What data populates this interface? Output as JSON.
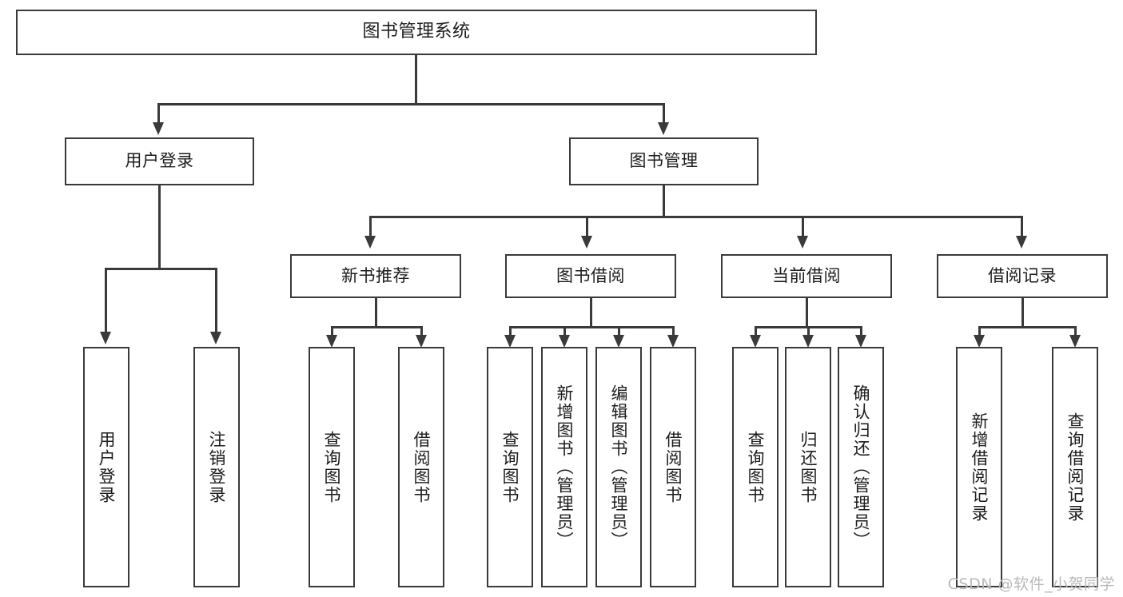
{
  "diagram": {
    "type": "tree",
    "title": "图书管理系统",
    "orientation": "top-down",
    "colors": {
      "box_border": "#3a3a3a",
      "box_fill": "#ffffff",
      "text": "#1c1c1c",
      "connector": "#3a3a3a",
      "watermark": "#b9b9b9",
      "background": "#ffffff"
    }
  },
  "root": {
    "label": "图书管理系统"
  },
  "level2": [
    {
      "id": "user-login",
      "label": "用户登录"
    },
    {
      "id": "book-manage",
      "label": "图书管理"
    }
  ],
  "level3": [
    {
      "id": "new-book-recommend",
      "label": "新书推荐",
      "parent": "book-manage"
    },
    {
      "id": "book-borrow",
      "label": "图书借阅",
      "parent": "book-manage"
    },
    {
      "id": "current-borrow",
      "label": "当前借阅",
      "parent": "book-manage"
    },
    {
      "id": "borrow-record",
      "label": "借阅记录",
      "parent": "book-manage"
    }
  ],
  "leaves": {
    "user_login": [
      {
        "id": "leaf-user-login",
        "label": "用户登录"
      },
      {
        "id": "leaf-user-logout",
        "label": "注销登录"
      }
    ],
    "new_book_recommend": [
      {
        "id": "leaf-query-book-1",
        "label": "查询图书"
      },
      {
        "id": "leaf-borrow-book-1",
        "label": "借阅图书"
      }
    ],
    "book_borrow": [
      {
        "id": "leaf-query-book-2",
        "label": "查询图书"
      },
      {
        "id": "leaf-add-book",
        "label": "新增图书（管理员）"
      },
      {
        "id": "leaf-edit-book",
        "label": "编辑图书（管理员）"
      },
      {
        "id": "leaf-borrow-book-2",
        "label": "借阅图书"
      }
    ],
    "current_borrow": [
      {
        "id": "leaf-query-book-3",
        "label": "查询图书"
      },
      {
        "id": "leaf-return-book",
        "label": "归还图书"
      },
      {
        "id": "leaf-confirm-return",
        "label": "确认归还（管理员）"
      }
    ],
    "borrow_record": [
      {
        "id": "leaf-add-record",
        "label": "新增借阅记录"
      },
      {
        "id": "leaf-query-record",
        "label": "查询借阅记录"
      }
    ]
  },
  "watermark": {
    "text": "CSDN @软件_小贺同学"
  }
}
